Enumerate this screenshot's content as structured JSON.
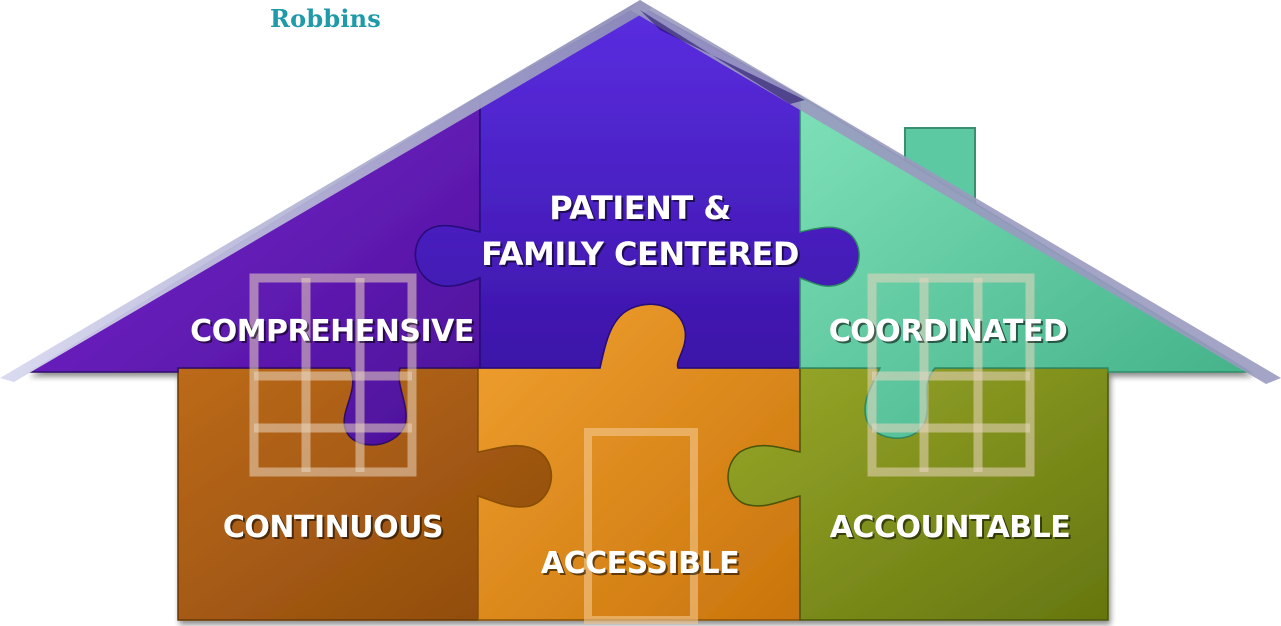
{
  "brand": {
    "name": "Robbins",
    "color": "#1f9aa8"
  },
  "pieces": {
    "top_center": {
      "line1": "PATIENT &",
      "line2": "FAMILY CENTERED",
      "color": "#4b1fb4"
    },
    "top_left": {
      "label": "COMPREHENSIVE",
      "color": "#5a18a8"
    },
    "top_right": {
      "label": "COORDINATED",
      "color": "#4fc49a"
    },
    "bottom_left": {
      "label": "CONTINUOUS",
      "color": "#a85c12"
    },
    "bottom_center": {
      "label": "ACCESSIBLE",
      "color": "#d9830f"
    },
    "bottom_right": {
      "label": "ACCOUNTABLE",
      "color": "#7d8f1c"
    }
  },
  "colors": {
    "roof_edge": "#2a1170",
    "roof_shine": "#b8b8d8",
    "window_frame": "#e8dcc8",
    "chimney": "#55c7a0"
  }
}
